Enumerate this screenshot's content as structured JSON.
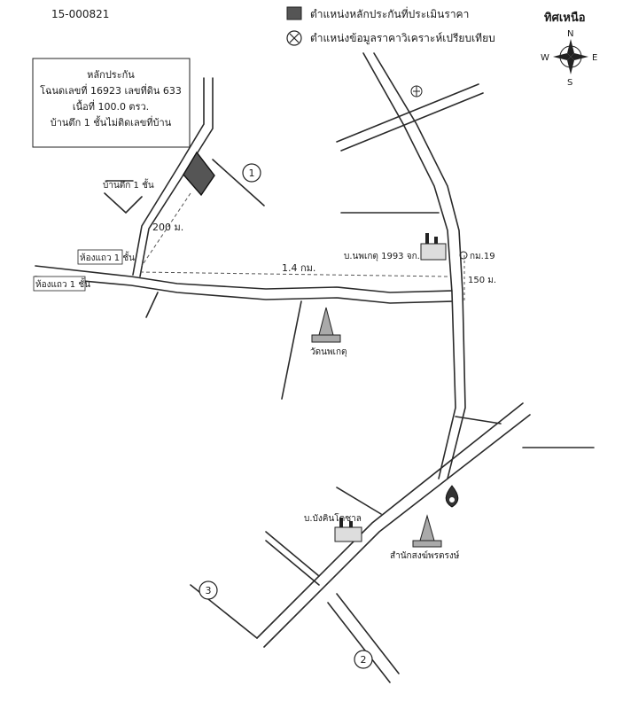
{
  "doc_id": "15-000821",
  "legend": {
    "collateral": "ตำแหน่งหลักประกันที่ประเมินราคา",
    "comparable": "ตำแหน่งข้อมูลราคาวิเคราะห์เปรียบเทียบ"
  },
  "north": {
    "title": "ทิศเหนือ",
    "n": "N",
    "s": "S",
    "e": "E",
    "w": "W"
  },
  "info_box": {
    "line1": "หลักประกัน",
    "line2": "โฉนดเลขที่ 16923  เลขที่ดิน 633",
    "line3": "เนื้อที่ 100.0 ตรว.",
    "line4": "บ้านตึก 1 ชั้นไม่ติดเลขที่บ้าน"
  },
  "labels": {
    "house1": "บ้านตึก 1 ชั้น",
    "dist200": "200 ม.",
    "townhouse_a": "ห้องแถว 1 ชั้น",
    "townhouse_b": "ห้องแถว 1 ชั้น",
    "dist14": "1.4 กม.",
    "company1": "บ.นพเกตุ 1993 จก.",
    "km19": "กม.19",
    "dist150": "150 ม.",
    "temple1": "วัดนพเกตุ",
    "company2": "บ.บังคินโคซาล",
    "temple2": "สำนักสงฆ์พรตรงษ์"
  },
  "markers": {
    "m1": "1",
    "m2": "2",
    "m3": "3"
  }
}
